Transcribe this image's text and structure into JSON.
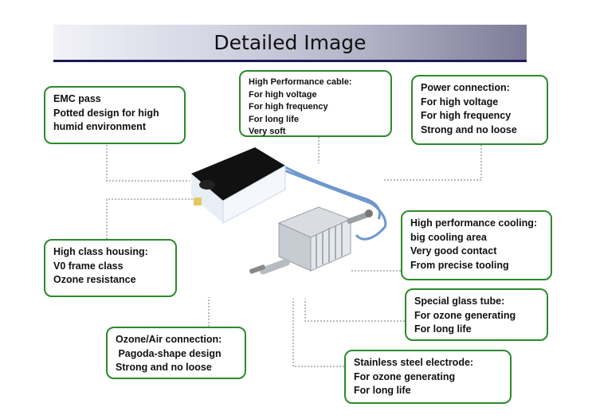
{
  "title": "Detailed Image",
  "callouts": {
    "emc": [
      "EMC pass",
      "Potted design for high",
      "humid environment"
    ],
    "cable": [
      "High Performance cable:",
      "For high voltage",
      "For high frequency",
      "For long life",
      "Very soft"
    ],
    "power": [
      "Power connection:",
      "For high voltage",
      "For high frequency",
      "Strong and no loose"
    ],
    "housing": [
      "High class housing:",
      "V0  frame class",
      "Ozone resistance"
    ],
    "cooling": [
      "High performance cooling:",
      "big cooling area",
      "Very good contact",
      "From precise tooling"
    ],
    "glass": [
      "Special glass tube:",
      "For ozone generating",
      "For long life"
    ],
    "ozone": [
      "Ozone/Air connection:",
      " Pagoda-shape design",
      "Strong and no loose"
    ],
    "electrode": [
      "Stainless steel electrode:",
      "For ozone generating",
      "For long life"
    ]
  },
  "colors": {
    "callout_border": "#2d8a2d",
    "title_underline": "#1a1a55",
    "cable": "#6f97cf"
  }
}
